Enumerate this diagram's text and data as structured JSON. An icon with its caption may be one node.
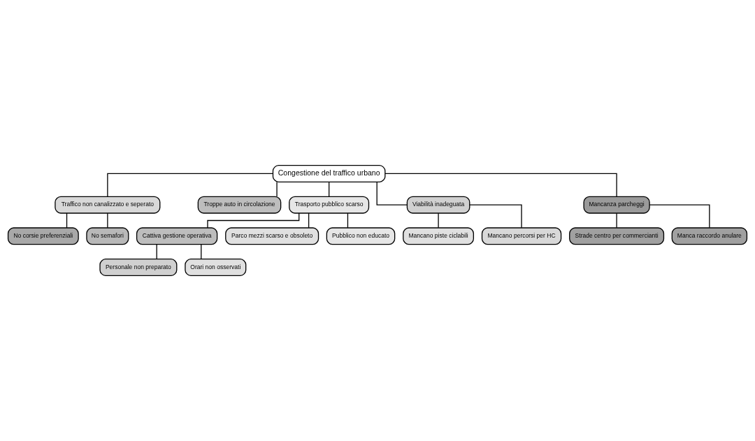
{
  "diagram": {
    "nodes": [
      {
        "text": [
          "Congestione del traffico urbano"
        ]
      },
      {
        "text": [
          "Traffico non canalizzato e seperato"
        ]
      },
      {
        "text": [
          "Troppe auto in circolazione"
        ]
      },
      {
        "text": [
          "Trasporto pubblico scarso"
        ]
      },
      {
        "text": [
          "Viabilità inadeguata"
        ]
      },
      {
        "text": [
          "Mancanza parcheggi"
        ]
      },
      {
        "text": [
          "No corsie preferenziali"
        ]
      },
      {
        "text": [
          "No semafori"
        ]
      },
      {
        "text": [
          "Mancano piste ciclabili"
        ]
      },
      {
        "text": [
          "Mancano percorsi per HC"
        ]
      },
      {
        "text": [
          "Strade centro per commercianti"
        ]
      },
      {
        "text": [
          "Manca raccordo anulare"
        ]
      },
      {
        "text": [
          "Cattiva gestione operativa"
        ]
      },
      {
        "text": [
          "Parco mezzi scarso e obsoleto"
        ]
      },
      {
        "text": [
          "Pubblico non educato"
        ]
      },
      {
        "text": [
          "Personale non preparato"
        ]
      },
      {
        "text": [
          "Orari non osservati"
        ]
      }
    ],
    "edges": [
      {
        "from": 0,
        "to": 1,
        "arrow": "none"
      },
      {
        "from": 0,
        "to": 2,
        "arrow": "none"
      },
      {
        "from": 0,
        "to": 3,
        "arrow": "none"
      },
      {
        "from": 0,
        "to": 4,
        "arrow": "none"
      },
      {
        "from": 0,
        "to": 5,
        "arrow": "none"
      },
      {
        "from": 1,
        "to": 6,
        "arrow": "none"
      },
      {
        "from": 1,
        "to": 7,
        "arrow": "none"
      },
      {
        "from": 4,
        "to": 8,
        "arrow": "none"
      },
      {
        "from": 4,
        "to": 9,
        "arrow": "none"
      },
      {
        "from": 5,
        "to": 10,
        "arrow": "none"
      },
      {
        "from": 5,
        "to": 11,
        "arrow": "none"
      },
      {
        "from": 3,
        "to": 12,
        "arrow": "none"
      },
      {
        "from": 3,
        "to": 13,
        "arrow": "none"
      },
      {
        "from": 3,
        "to": 14,
        "arrow": "none"
      },
      {
        "from": 12,
        "to": 15,
        "arrow": "none"
      },
      {
        "from": 12,
        "to": 16,
        "arrow": "none"
      }
    ]
  }
}
